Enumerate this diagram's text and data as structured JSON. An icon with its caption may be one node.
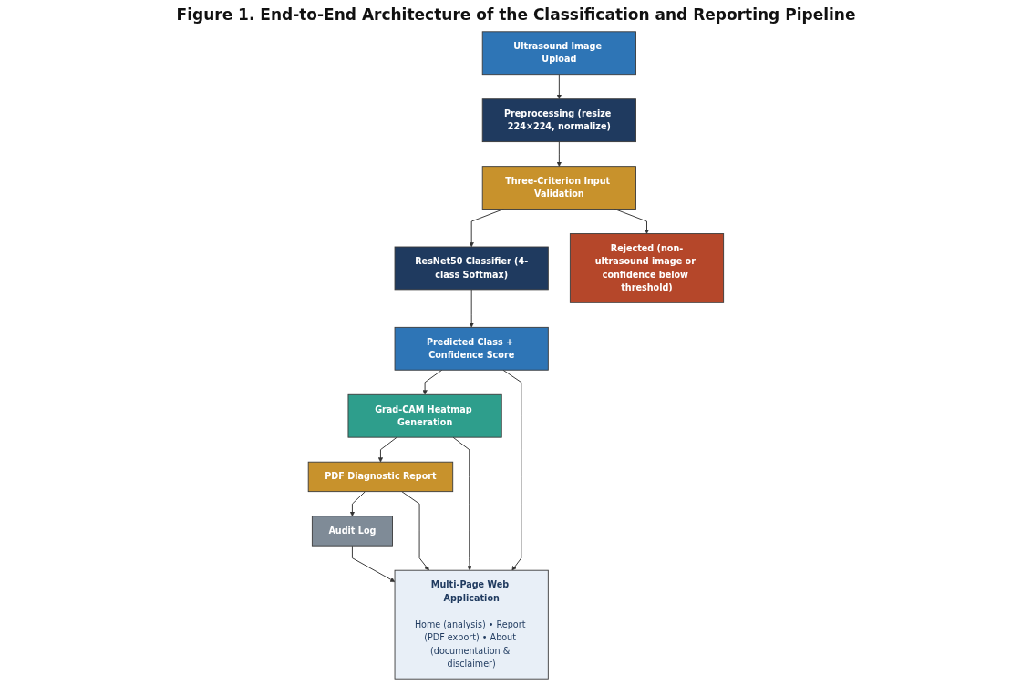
{
  "diagram": {
    "title": "Figure 1. End-to-End Architecture of the Classification and Reporting Pipeline",
    "nodes": [
      {
        "text": [
          "Ultrasound Image Upload"
        ]
      },
      {
        "text": [
          "Preprocessing (resize 224×224, normalize)"
        ]
      },
      {
        "text": [
          "Three-Criterion Input Validation"
        ]
      },
      {
        "text": [
          "ResNet50 Classifier (4-class Softmax)"
        ]
      },
      {
        "text": [
          "Rejected (non-ultrasound image or confidence below threshold)"
        ]
      },
      {
        "text": [
          "Audit Log"
        ]
      },
      {
        "text": [
          "PDF Diagnostic Report"
        ]
      },
      {
        "text": [
          "Grad-CAM Heatmap Generation"
        ]
      },
      {
        "text": [
          "Predicted Class + Confidence Score"
        ]
      },
      {
        "text": [
          "Multi-Page Web Application",
          "Home (analysis) • Report (PDF export) • About (documentation & disclaimer)"
        ]
      }
    ],
    "edges": [
      {
        "from": 0,
        "to": 1,
        "arrow": "to"
      },
      {
        "from": 1,
        "to": 2,
        "arrow": "to"
      },
      {
        "from": 2,
        "to": 3,
        "arrow": "to"
      },
      {
        "from": 2,
        "to": 4,
        "arrow": "to"
      },
      {
        "from": 3,
        "to": 8,
        "arrow": "to"
      },
      {
        "from": 8,
        "to": 7,
        "arrow": "to"
      },
      {
        "from": 7,
        "to": 6,
        "arrow": "to"
      },
      {
        "from": 6,
        "to": 5,
        "arrow": "to"
      },
      {
        "from": 5,
        "to": 9,
        "arrow": "to"
      },
      {
        "from": 6,
        "to": 9,
        "arrow": "to"
      },
      {
        "from": 7,
        "to": 9,
        "arrow": "to"
      },
      {
        "from": 8,
        "to": 9,
        "arrow": "to"
      }
    ]
  }
}
